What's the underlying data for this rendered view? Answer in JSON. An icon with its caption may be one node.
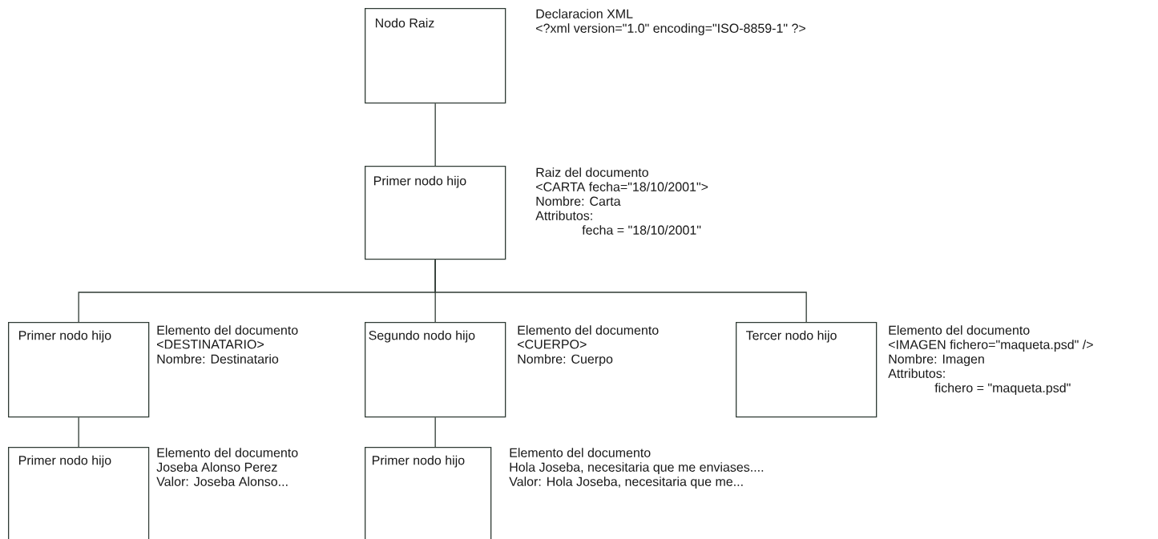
{
  "diagram": {
    "nodes": [
      {
        "text": [
          "Nodo Raiz"
        ],
        "beside": [
          "Declaracion XML",
          "<?xml version=\"1.0\" encoding=\"ISO-8859-1\" ?>"
        ]
      },
      {
        "text": [
          "Primer nodo hijo"
        ],
        "beside": [
          "Raiz del documento",
          "<CARTA fecha=\"18/10/2001\">",
          "Nombre: Carta",
          "Attributos:",
          "fecha = \"18/10/2001\""
        ]
      },
      {
        "text": [
          "Primer nodo hijo"
        ],
        "beside": [
          "Elemento del documento",
          "<DESTINATARIO>",
          "Nombre: Destinatario"
        ]
      },
      {
        "text": [
          "Segundo nodo hijo"
        ],
        "beside": [
          "Elemento del documento",
          "<CUERPO>",
          "Nombre: Cuerpo"
        ]
      },
      {
        "text": [
          "Tercer nodo hijo"
        ],
        "beside": [
          "Elemento del documento",
          "<IMAGEN fichero=\"maqueta.psd\" />",
          "Nombre: Imagen",
          "Attributos:",
          "fichero = \"maqueta.psd\""
        ]
      },
      {
        "text": [
          "Primer nodo hijo"
        ],
        "beside": [
          "Elemento del documento",
          "Joseba Alonso Perez",
          "Valor: Joseba Alonso..."
        ]
      },
      {
        "text": [
          "Primer nodo hijo"
        ],
        "beside": [
          "Elemento del documento",
          "Hola Joseba, necesitaria que me enviases....",
          "Valor: Hola Joseba, necesitaria que me..."
        ]
      }
    ],
    "edges": [
      {
        "from": 0,
        "to": 1,
        "arrow": "none"
      },
      {
        "from": 1,
        "to": 2,
        "arrow": "none"
      },
      {
        "from": 1,
        "to": 3,
        "arrow": "none"
      },
      {
        "from": 1,
        "to": 4,
        "arrow": "none"
      },
      {
        "from": 2,
        "to": 5,
        "arrow": "none"
      },
      {
        "from": 3,
        "to": 6,
        "arrow": "none"
      }
    ]
  }
}
